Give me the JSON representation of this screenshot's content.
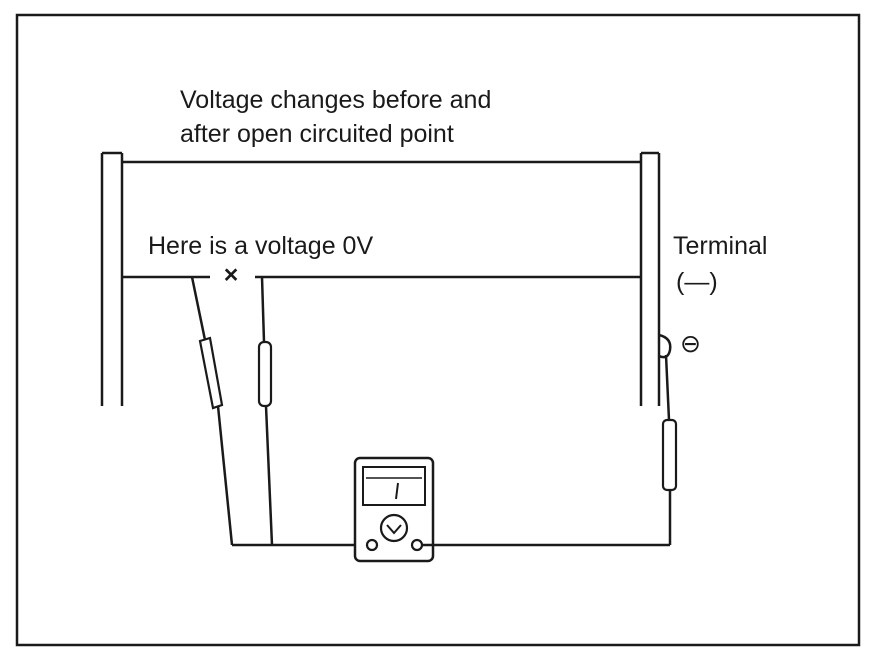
{
  "labels": {
    "voltage_change_line1": "Voltage changes before and",
    "voltage_change_line2": "after open circuited point",
    "zero_voltage": "Here is a voltage 0V",
    "open_mark": "×",
    "terminal": "Terminal",
    "terminal_sign": "(—)",
    "negative_symbol": "⊖"
  },
  "icons": {
    "voltmeter": "voltmeter-icon",
    "open_circuit": "open-circuit-mark-icon"
  },
  "colors": {
    "line": "#1a1a1a",
    "background": "#ffffff"
  }
}
